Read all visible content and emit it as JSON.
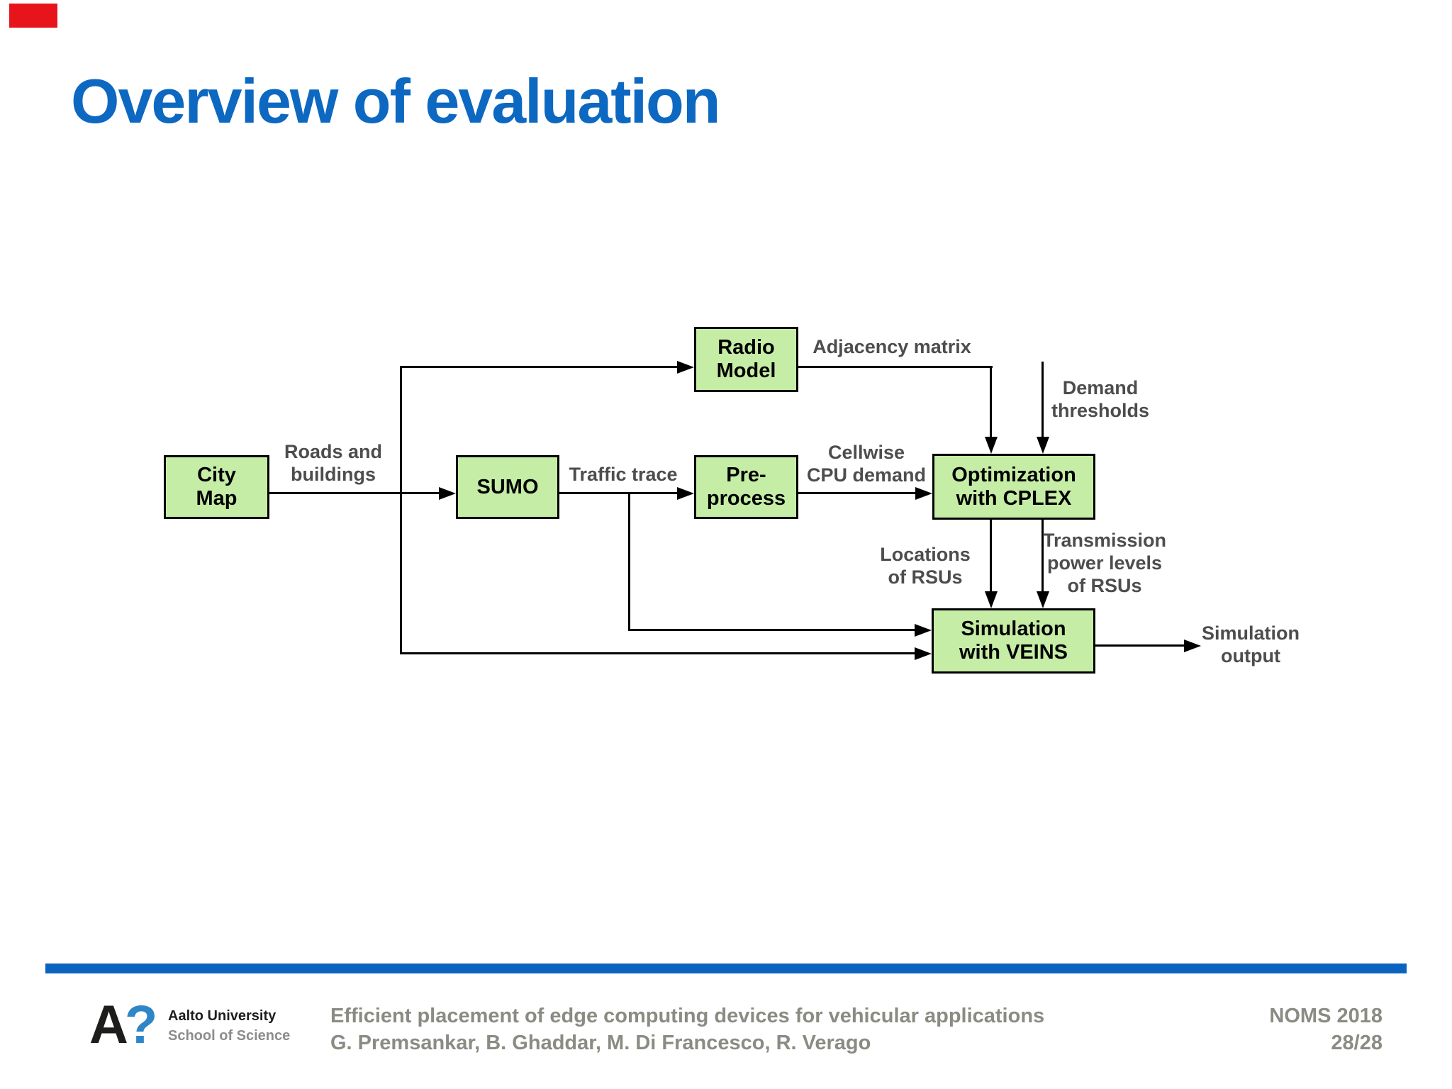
{
  "slide": {
    "title": "Overview of evaluation"
  },
  "colors": {
    "title_blue": "#0d68c1",
    "divider_blue": "#0b63c0",
    "node_fill_green": "#c6eda6",
    "edge_label_gray": "#4d4d4d",
    "footer_text_gray": "#8b8b83",
    "logo_blue": "#2e86c6",
    "corner_red": "#e8141c",
    "line_black": "#000000"
  },
  "diagram": {
    "nodes": {
      "city_map": {
        "line1": "City",
        "line2": "Map"
      },
      "sumo": {
        "line1": "SUMO"
      },
      "radio_model": {
        "line1": "Radio",
        "line2": "Model"
      },
      "pre_process": {
        "line1": "Pre-",
        "line2": "process"
      },
      "optimization": {
        "line1": "Optimization",
        "line2": "with CPLEX"
      },
      "simulation": {
        "line1": "Simulation",
        "line2": "with VEINS"
      }
    },
    "edge_labels": {
      "roads": {
        "line1": "Roads and",
        "line2": "buildings"
      },
      "traffic": {
        "line1": "Traffic trace"
      },
      "adjacency": {
        "line1": "Adjacency matrix"
      },
      "demand": {
        "line1": "Demand",
        "line2": "thresholds"
      },
      "cellwise": {
        "line1": "Cellwise",
        "line2": "CPU demand"
      },
      "locations": {
        "line1": "Locations",
        "line2": "of RSUs"
      },
      "transmission": {
        "line1": "Transmission",
        "line2": "power levels",
        "line3": "of RSUs"
      },
      "sim_output": {
        "line1": "Simulation",
        "line2": "output"
      }
    }
  },
  "footer": {
    "logo": {
      "mark_a": "A",
      "mark_q": "?",
      "org": "Aalto University",
      "school": "School of Science"
    },
    "deck_title": "Efficient placement of edge computing devices for vehicular applications",
    "authors": "G. Premsankar, B. Ghaddar, M. Di Francesco, R. Verago",
    "venue": "NOMS 2018",
    "page": "28/28"
  }
}
